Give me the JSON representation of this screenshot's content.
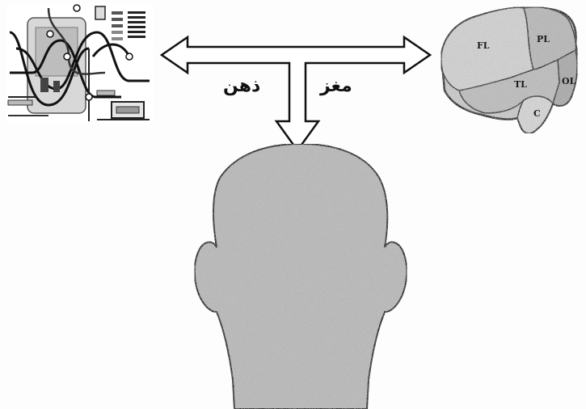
{
  "labels": {
    "mind": "ذهن",
    "brain": "مغز"
  },
  "brain_lobes": {
    "frontal": "FL",
    "parietal": "PL",
    "temporal": "TL",
    "occipital": "OL",
    "cerebellum": "C"
  },
  "colors": {
    "ink": "#111111",
    "head_fill": "#b9b9b9",
    "brain_fill": "#c4c4c4",
    "arrow_fill": "#ffffff"
  }
}
